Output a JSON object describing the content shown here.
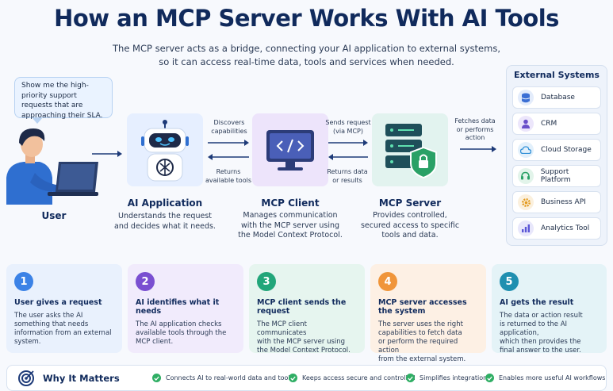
{
  "header": {
    "title": "How an MCP Server Works With AI Tools",
    "subtitle_line1": "The MCP server acts as a bridge, connecting your AI application to external systems,",
    "subtitle_line2": "so it can access real-time data, tools and services when needed."
  },
  "user": {
    "bubble": "Show me the high-priority support requests that are approaching their SLA.",
    "label": "User"
  },
  "ai_app": {
    "label": "AI Application",
    "desc_line1": "Understands the request",
    "desc_line2": "and decides what it needs."
  },
  "mcp_client": {
    "label": "MCP Client",
    "desc_line1": "Manages communication",
    "desc_line2": "with the MCP server using",
    "desc_line3": "the Model Context Protocol."
  },
  "mcp_server": {
    "label": "MCP Server",
    "desc_line1": "Provides controlled,",
    "desc_line2": "secured access to specific",
    "desc_line3": "tools and data."
  },
  "arrows": {
    "discovers_1": "Discovers",
    "discovers_2": "capabilities",
    "returns_tools_1": "Returns",
    "returns_tools_2": "available tools",
    "sends_1": "Sends request",
    "sends_2": "(via MCP)",
    "returns_data_1": "Returns data",
    "returns_data_2": "or results",
    "fetches_1": "Fetches data",
    "fetches_2": "or performs",
    "fetches_3": "action"
  },
  "external": {
    "title": "External Systems",
    "items": [
      {
        "label": "Database",
        "icon": "database-icon",
        "color": "#3b6fd4"
      },
      {
        "label": "CRM",
        "icon": "person-icon",
        "color": "#6a4fc9"
      },
      {
        "label": "Cloud Storage",
        "icon": "cloud-icon",
        "color": "#2f8fd6"
      },
      {
        "label": "Support Platform",
        "icon": "headset-icon",
        "color": "#2aa166"
      },
      {
        "label": "Business API",
        "icon": "gear-icon",
        "color": "#e39a1d"
      },
      {
        "label": "Analytics Tool",
        "icon": "chart-icon",
        "color": "#5a55d6"
      }
    ]
  },
  "steps": [
    {
      "num": "1",
      "title": "User gives a request",
      "desc": [
        "The user asks the AI",
        "something that needs",
        "information from an external",
        "system."
      ],
      "color": "#3b82e6",
      "bg": "#e9f1fd"
    },
    {
      "num": "2",
      "title": "AI identifies what it needs",
      "desc": [
        "The AI application checks",
        "available tools through the",
        "MCP client."
      ],
      "color": "#7a4fd1",
      "bg": "#f1ebfc"
    },
    {
      "num": "3",
      "title": "MCP client sends the request",
      "desc": [
        "The MCP client communicates",
        "with the MCP server using",
        "the Model Context Protocol."
      ],
      "color": "#22a67a",
      "bg": "#e6f5ef"
    },
    {
      "num": "4",
      "title": "MCP server accesses the system",
      "desc": [
        "The server uses the right",
        "capabilities to fetch data",
        "or perform the required action",
        "from the external system."
      ],
      "color": "#f0953a",
      "bg": "#fdf0e4"
    },
    {
      "num": "5",
      "title": "AI gets the result",
      "desc": [
        "The data or action result",
        "is returned to the AI application,",
        "which then provides the",
        "final answer to the user."
      ],
      "color": "#1f8fb0",
      "bg": "#e4f3f7"
    }
  ],
  "why": {
    "title": "Why It Matters",
    "items": [
      "Connects AI to real-world data and tools",
      "Keeps access secure and controlled",
      "Simplifies integrations",
      "Enables more useful AI workflows"
    ]
  }
}
